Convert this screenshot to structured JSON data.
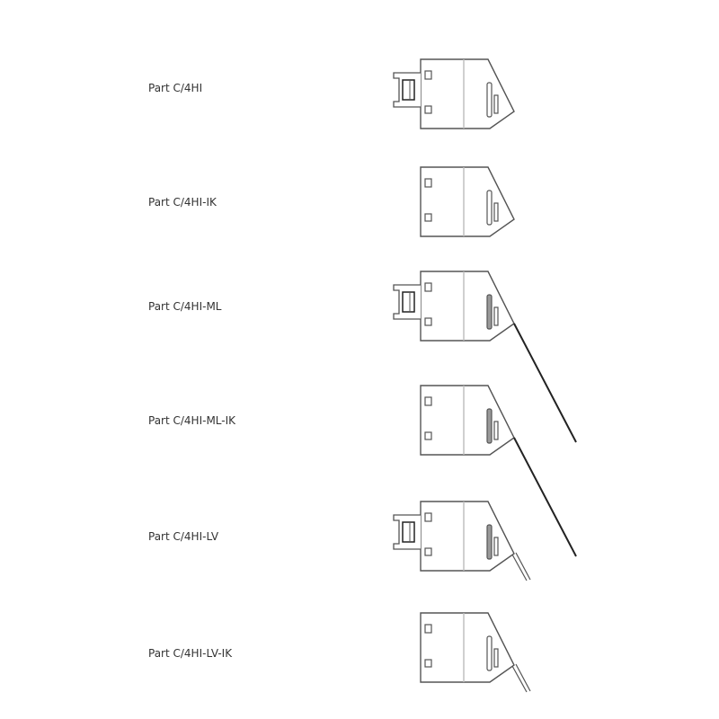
{
  "parts": [
    {
      "label": "Part C/4HI",
      "bracket": true,
      "extension": "none",
      "slot_filled": false
    },
    {
      "label": "Part C/4HI-IK",
      "bracket": false,
      "extension": "none",
      "slot_filled": false
    },
    {
      "label": "Part C/4HI-ML",
      "bracket": true,
      "extension": "long",
      "slot_filled": true
    },
    {
      "label": "Part C/4HI-ML-IK",
      "bracket": false,
      "extension": "long",
      "slot_filled": true
    },
    {
      "label": "Part C/4HI-LV",
      "bracket": true,
      "extension": "short",
      "slot_filled": true
    },
    {
      "label": "Part C/4HI-LV-IK",
      "bracket": false,
      "extension": "short",
      "slot_filled": false
    }
  ],
  "colors": {
    "line": "#555555",
    "divider": "#bbbbbb",
    "wire": "#222222",
    "fill": "#999999"
  }
}
